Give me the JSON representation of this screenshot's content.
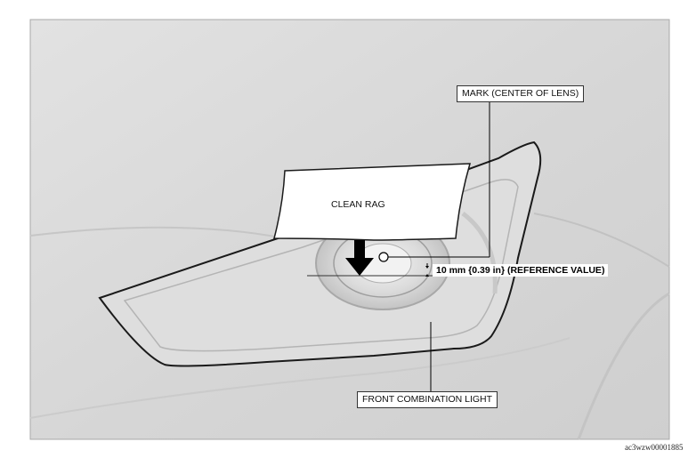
{
  "labels": {
    "mark": "MARK (CENTER OF LENS)",
    "clean_rag": "CLEAN RAG",
    "reference": "10 mm {0.39 in} (REFERENCE VALUE)",
    "front_light": "FRONT COMBINATION LIGHT",
    "figure_code": "ac3wzw00001885"
  },
  "colors": {
    "background": "#d9d9d9",
    "frame": "#9a9a9a",
    "outline": "#1a1a1a",
    "arrow": "#000000",
    "rag": "#ffffff"
  },
  "icons": {
    "arrow": "down-arrow-icon",
    "mark": "circle-mark-icon"
  }
}
